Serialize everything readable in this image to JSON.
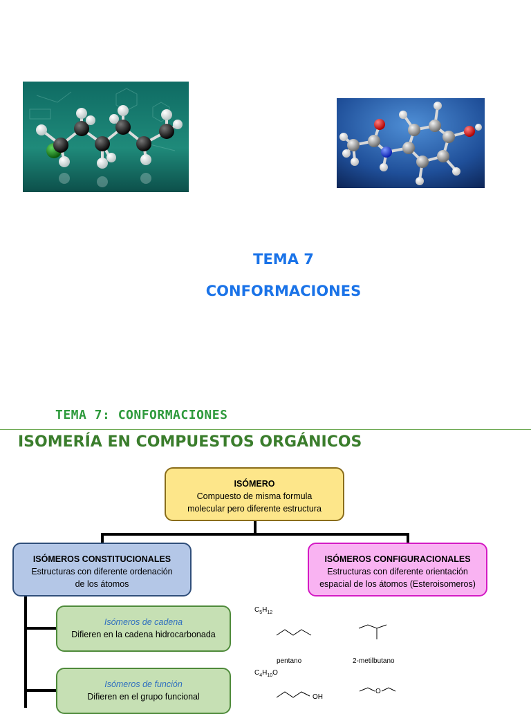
{
  "slide1": {
    "title_line1": "TEMA 7",
    "title_line2": "CONFORMACIONES"
  },
  "slide2": {
    "header": "TEMA 7: CONFORMACIONES",
    "title": "ISOMERÍA EN COMPUESTOS ORGÁNICOS",
    "root": {
      "heading": "ISÓMERO",
      "line1": "Compuesto de misma formula",
      "line2": "molecular pero diferente estructura"
    },
    "constitutional": {
      "heading": "ISÓMEROS CONSTITUCIONALES",
      "line1": "Estructuras con diferente ordenación",
      "line2": "de los átomos"
    },
    "configurational": {
      "heading": "ISÓMEROS CONFIGURACIONALES",
      "line1": "Estructuras con diferente orientación",
      "line2": "espacial de los átomos (Esteroisomeros)"
    },
    "chain": {
      "heading": "Isómeros de cadena",
      "line1": "Difieren en la cadena hidrocarbonada"
    },
    "function": {
      "heading": "Isómeros de función",
      "line1": "Difieren en el grupo funcional"
    },
    "formula1": {
      "base1": "C",
      "sub1": "5",
      "base2": "H",
      "sub2": "12"
    },
    "formula2": {
      "base1": "C",
      "sub1": "4",
      "base2": "H",
      "sub2": "10",
      "base3": "O"
    },
    "mol_pentano": "pentano",
    "mol_metilbutano": "2-metilbutano",
    "mol_oh": "OH",
    "mol_o": "O"
  },
  "colors": {
    "slide1_title": "#1a73e8",
    "slide2_header": "#2e9a3c",
    "slide2_title": "#3a7d2c",
    "root_fill": "#fde68a",
    "constitutional_fill": "#b4c7e7",
    "configurational_fill": "#f9b3f2",
    "subtype_fill": "#c6e0b4"
  }
}
